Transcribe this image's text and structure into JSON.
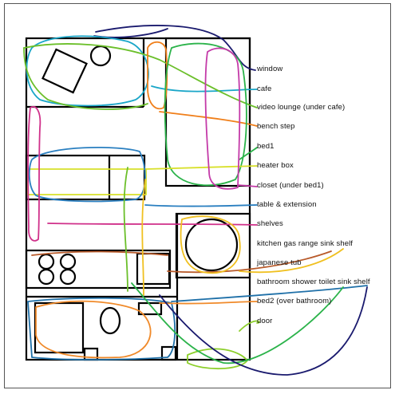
{
  "labels": {
    "window": "window",
    "cafe": "cafe",
    "video_lounge": "video lounge (under cafe)",
    "bench_step": "bench step",
    "bed1": "bed1",
    "heater_box": "heater box",
    "closet": "closet (under bed1)",
    "table_extension": "table & extension",
    "shelves": "shelves",
    "kitchen": "kitchen gas range sink shelf",
    "japanese_tub": "japanese tub",
    "bathroom": "bathroom shower toilet sink shelf",
    "bed2": "bed2 (over bathroom)",
    "door": "door"
  },
  "colors": {
    "window": "#1a1a6e",
    "cafe": "#1aa6c8",
    "video_lounge": "#6bbf2a",
    "bench_step": "#f07f1a",
    "bed1": "#2bb34a",
    "heater_box": "#d8e02a",
    "closet": "#c43aa8",
    "table_extension": "#2a7fc0",
    "shelves": "#d0308a",
    "kitchen": "#b85a2a",
    "japanese_tub": "#f0c020",
    "bathroom": "#1f70a8",
    "bed2": "#f08a2a",
    "door": "#8ccf2a"
  }
}
